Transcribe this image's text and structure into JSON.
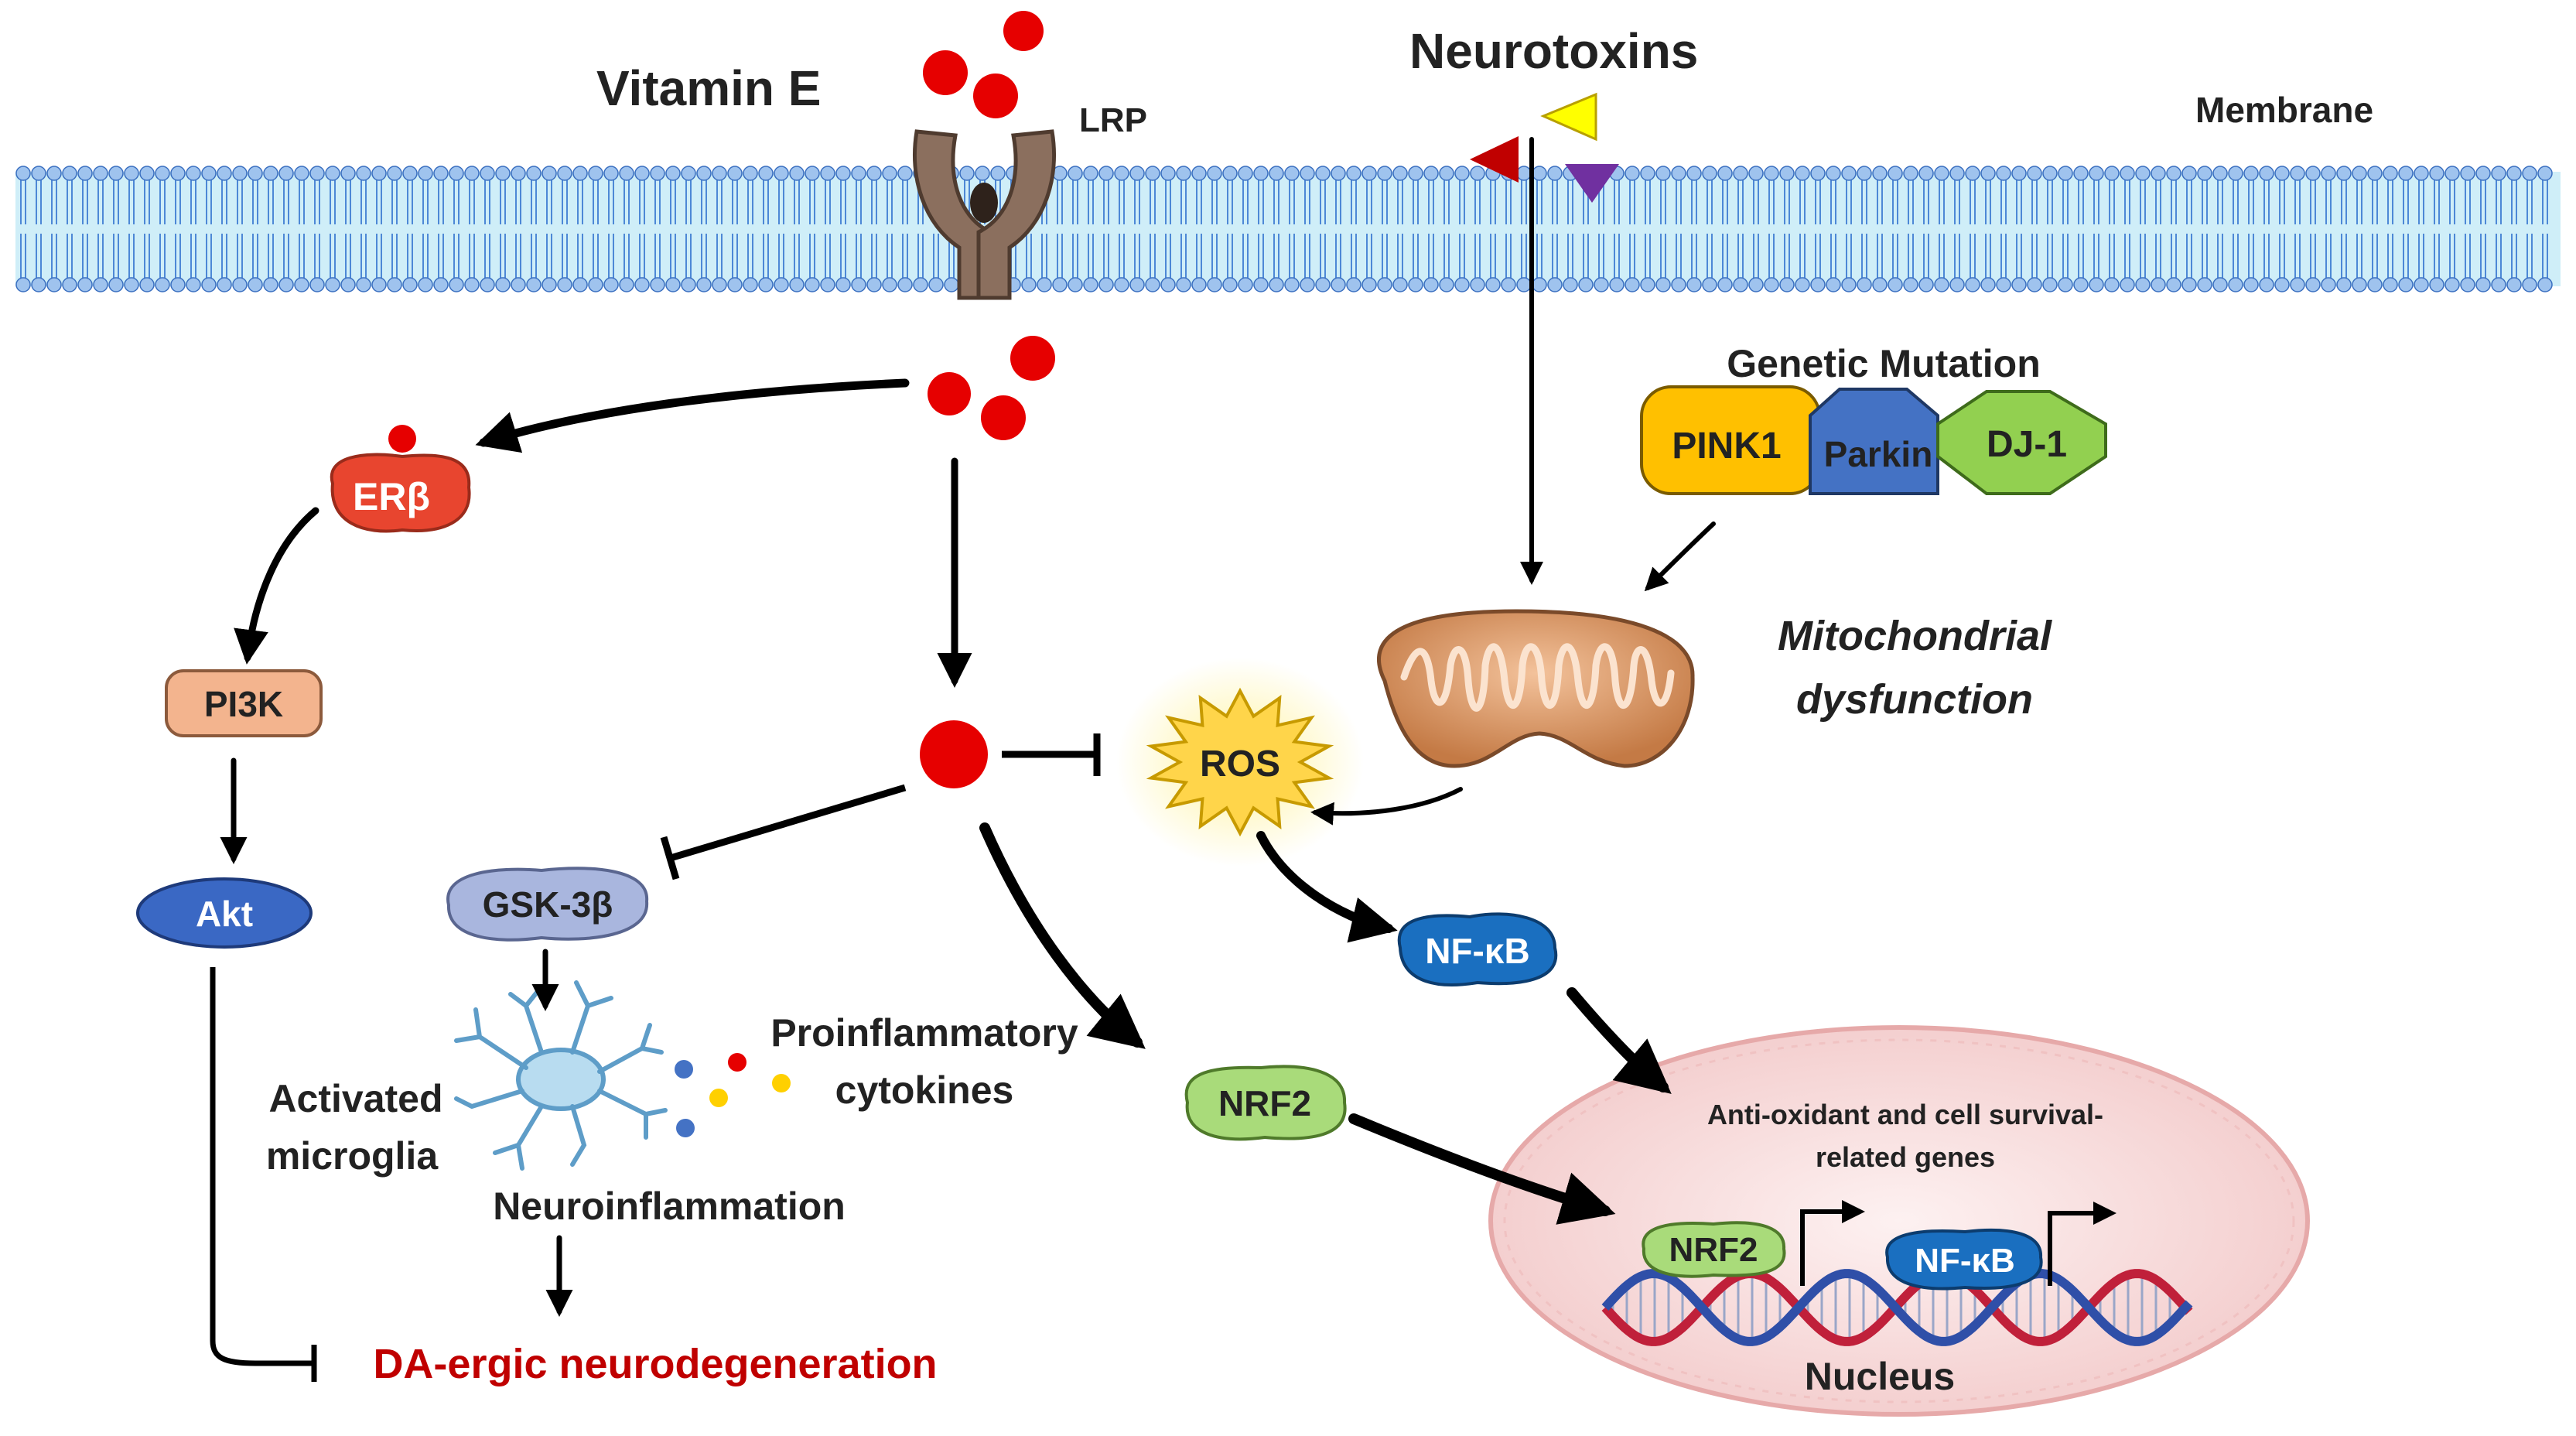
{
  "labels": {
    "vitamin_e": "Vitamin E",
    "lrp": "LRP",
    "neurotoxins": "Neurotoxins",
    "membrane": "Membrane",
    "genetic_mutation": "Genetic Mutation",
    "pink1": "PINK1",
    "parkin": "Parkin",
    "dj1": "DJ-1",
    "mito_line1": "Mitochondrial",
    "mito_line2": "dysfunction",
    "erb": "ERβ",
    "pi3k": "PI3K",
    "akt": "Akt",
    "gsk": "GSK-3β",
    "ros": "ROS",
    "nfkb": "NF-κB",
    "nrf2": "NRF2",
    "activated_line1": "Activated",
    "activated_line2": "microglia",
    "pro_line1": "Proinflammatory",
    "pro_line2": "cytokines",
    "neuroinflammation": "Neuroinflammation",
    "da_ergic": "DA-ergic neurodegeneration",
    "genes_line1": "Anti-oxidant and cell survival-",
    "genes_line2": "related genes",
    "nucleus_nrf2": "NRF2",
    "nucleus_nfkb": "NF-κB",
    "nucleus": "Nucleus"
  },
  "colors": {
    "membrane_fill": "#cfeef8",
    "lipid_head": "#9fc3ee",
    "vitamin_e_dot": "#e60000",
    "erb": "#e8452f",
    "pi3k": "#f3b48e",
    "akt": "#3a68c4",
    "gsk": "#a9b6de",
    "pink1": "#ffc000",
    "parkin": "#4472c4",
    "dj1": "#92d050",
    "nfkb": "#1a6fc0",
    "nrf2": "#a9db7a",
    "mito": "#e0a274",
    "ros": "#ffd54a",
    "nucleus": "#f9e3e3",
    "da_ergic_text": "#c00000"
  }
}
